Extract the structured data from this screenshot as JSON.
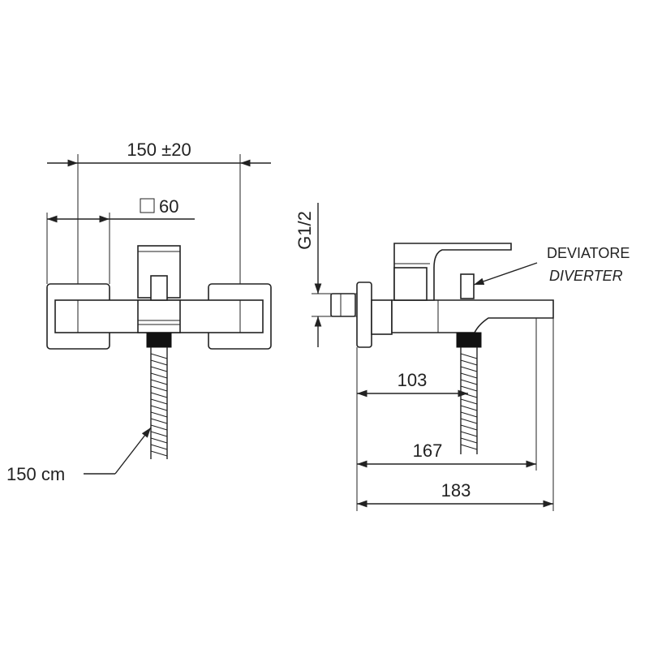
{
  "front_view": {
    "dim_width": "150 ±20",
    "dim_square": "60",
    "hose_length": "150 cm"
  },
  "side_view": {
    "dim_thread": "G1/2",
    "dim_103": "103",
    "dim_167": "167",
    "dim_183": "183",
    "diverter_label_it": "DEVIATORE",
    "diverter_label_en": "DIVERTER"
  }
}
